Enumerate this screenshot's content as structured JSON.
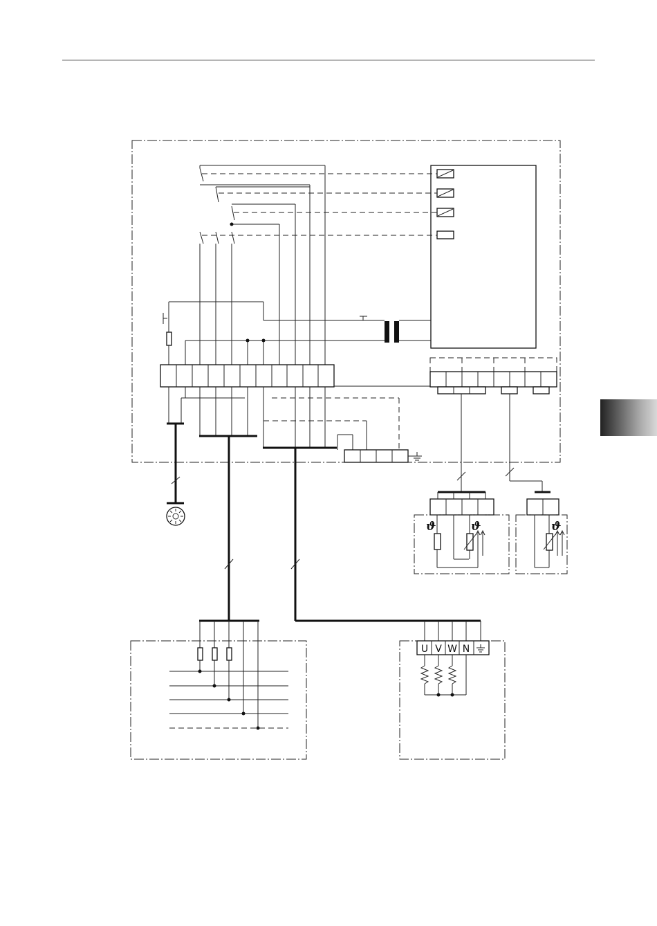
{
  "header": {
    "rule_color": "#b5b5b5"
  },
  "side_tab": {
    "gradient_from": "#222222",
    "gradient_to": "#d8d8d8"
  },
  "motor_terminals": [
    "U",
    "V",
    "W",
    "N"
  ],
  "symbols": {
    "temperature": "ϑ",
    "icons": [
      "main-unit-enclosure",
      "terminal-block",
      "lamp-icon",
      "earth-icon",
      "transformer-icon",
      "fuse-icon",
      "pushbutton-icon",
      "resistor-heater-icon",
      "thermistor-icon"
    ]
  }
}
